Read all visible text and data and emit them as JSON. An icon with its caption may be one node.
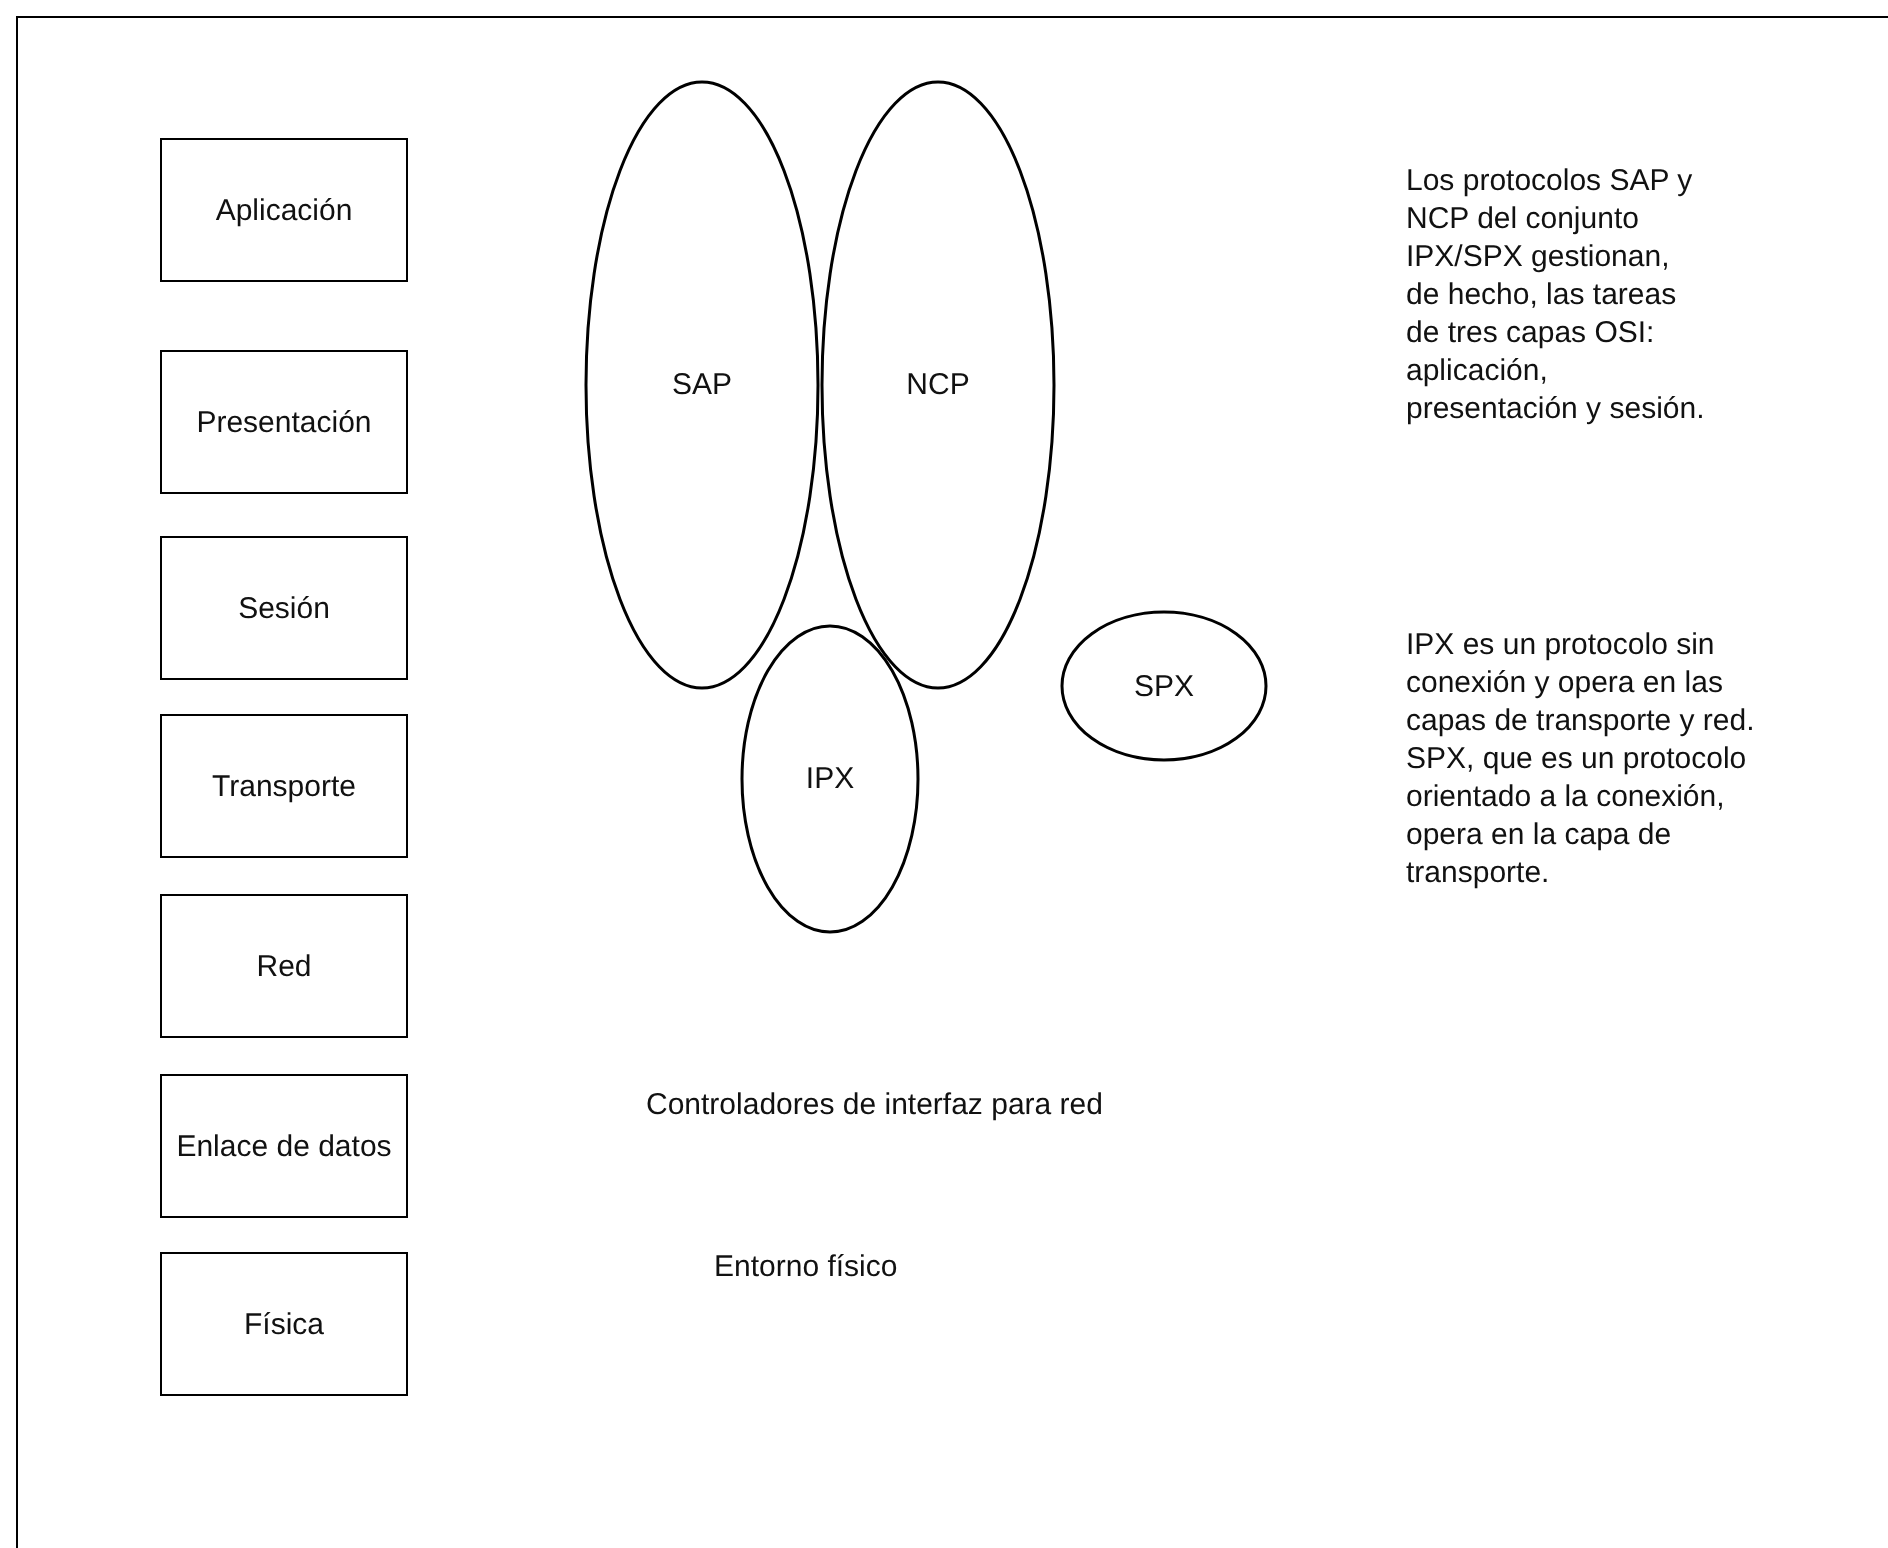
{
  "diagram": {
    "nodes": [
      {
        "text": [
          "Aplicación"
        ]
      },
      {
        "text": [
          "SAP"
        ]
      },
      {
        "text": [
          "NCP"
        ]
      },
      {
        "text": [
          "Presentación"
        ]
      },
      {
        "text": [
          "Sesión"
        ]
      },
      {
        "text": [
          "Transporte"
        ]
      },
      {
        "text": [
          "SPX"
        ]
      },
      {
        "text": [
          "IPX"
        ]
      },
      {
        "text": [
          "Red"
        ]
      },
      {
        "text": [
          "Enlace de datos"
        ]
      },
      {
        "text": [
          "Física"
        ]
      }
    ],
    "edges": [],
    "labels": [
      "Los protocolos SAP y NCP del conjunto IPX/SPX gestionan, de hecho, las tareas de tres capas OSI: aplicación, presentación y sesión.",
      "IPX es un protocolo sin conexión y opera en las capas de transporte y red. SPX, que es un protocolo orientado a la conexión, opera en la capa de transporte.",
      "Controladores de interfaz para red",
      "Entorno físico"
    ]
  }
}
